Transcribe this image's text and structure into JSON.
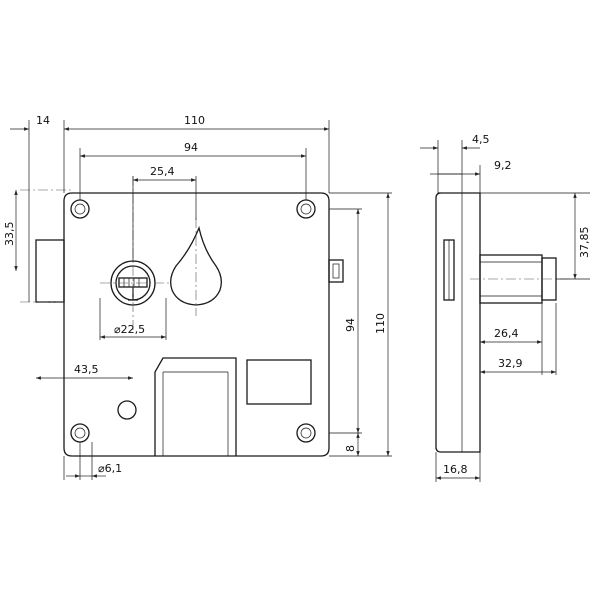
{
  "dimensions": {
    "side_offset": "14",
    "overall_width": "110",
    "hole_spacing_h": "94",
    "cylinder_offset": "25,4",
    "bolt_height": "33,5",
    "cylinder_diameter": "⌀22,5",
    "cylinder_to_edge": "43,5",
    "hole_spacing_v": "94",
    "overall_height": "110",
    "bottom_offset": "8",
    "hole_diameter": "⌀6,1",
    "plate_thickness": "4,5",
    "cover_thickness": "9,2",
    "bolt_center_height": "37,85",
    "bolt_projection": "26,4",
    "bolt_length": "32,9",
    "body_depth": "16,8"
  }
}
